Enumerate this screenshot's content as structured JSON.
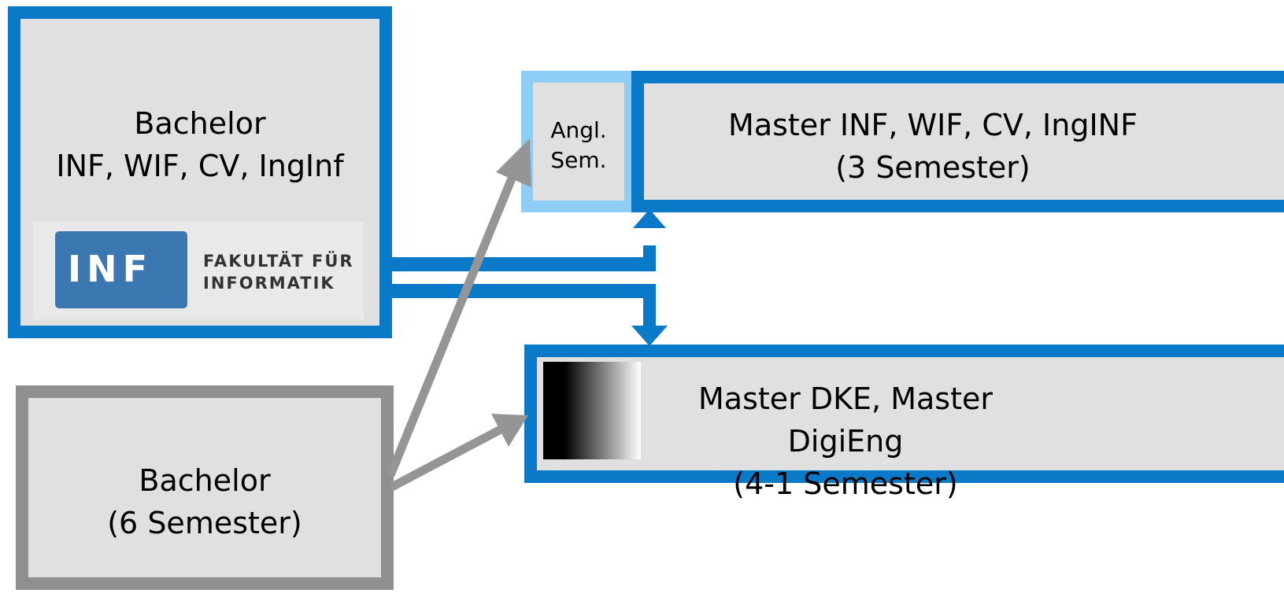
{
  "bachelor_inf": {
    "line1": "Bachelor",
    "line2": "INF, WIF, CV, IngInf"
  },
  "logo": {
    "mark": "INF",
    "line1": "FAKULTÄT FÜR",
    "line2": "INFORMATIK"
  },
  "bachelor_other": {
    "line1": "Bachelor",
    "line2": "(6 Semester)"
  },
  "angl_sem": {
    "line1": "Angl.",
    "line2": "Sem."
  },
  "master_inf": {
    "line1": "Master INF, WIF, CV, IngINF",
    "line2": "(3 Semester)"
  },
  "master_dke": {
    "line1": "Master DKE, Master DigiEng",
    "line2": "(4-1 Semester)"
  },
  "colors": {
    "blue": "#0a7ac8",
    "light_blue": "#8ecdf5",
    "gray": "#8f8f8f",
    "box_fill": "#e0e0e0",
    "logo_blue": "#3b78b2"
  }
}
